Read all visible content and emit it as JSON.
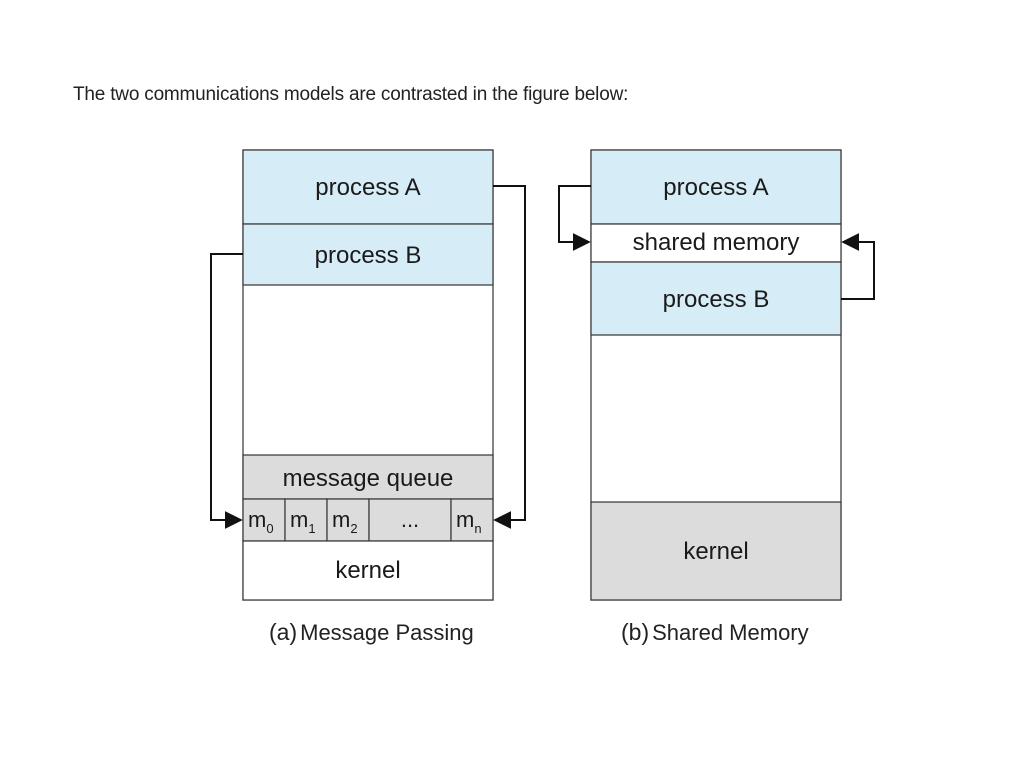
{
  "intro_text": "The two communications models are contrasted in the figure below:",
  "diagram_a": {
    "process_a": "process A",
    "process_b": "process B",
    "message_queue": "message queue",
    "cells": [
      {
        "base": "m",
        "sub": "0"
      },
      {
        "base": "m",
        "sub": "1"
      },
      {
        "base": "m",
        "sub": "2"
      },
      {
        "base": "...",
        "sub": ""
      },
      {
        "base": "m",
        "sub": "n"
      }
    ],
    "kernel": "kernel",
    "caption_label": "(a)",
    "caption_text": "Message Passing"
  },
  "diagram_b": {
    "process_a": "process A",
    "shared_memory": "shared memory",
    "process_b": "process B",
    "kernel": "kernel",
    "caption_label": "(b)",
    "caption_text": "Shared Memory"
  },
  "colors": {
    "process_fill": "#d6ecf7",
    "kernel_fill": "#dcdcdc",
    "stroke": "#333333"
  }
}
